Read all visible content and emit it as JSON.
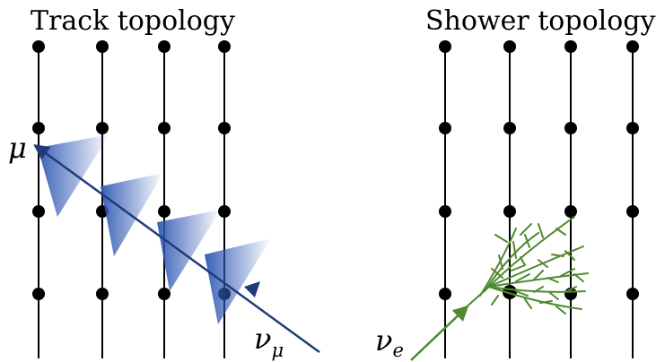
{
  "panels": {
    "track": {
      "title": "Track topology",
      "particle_label": "μ",
      "neutrino_label": "ν",
      "neutrino_subscript": "μ"
    },
    "shower": {
      "title": "Shower topology",
      "neutrino_label": "ν",
      "neutrino_subscript": "e"
    }
  },
  "colors": {
    "track_arrow": "#1f3b7a",
    "cone_fill": "#3a5fb8",
    "shower": "#4f8a2e",
    "detector": "#000000"
  }
}
